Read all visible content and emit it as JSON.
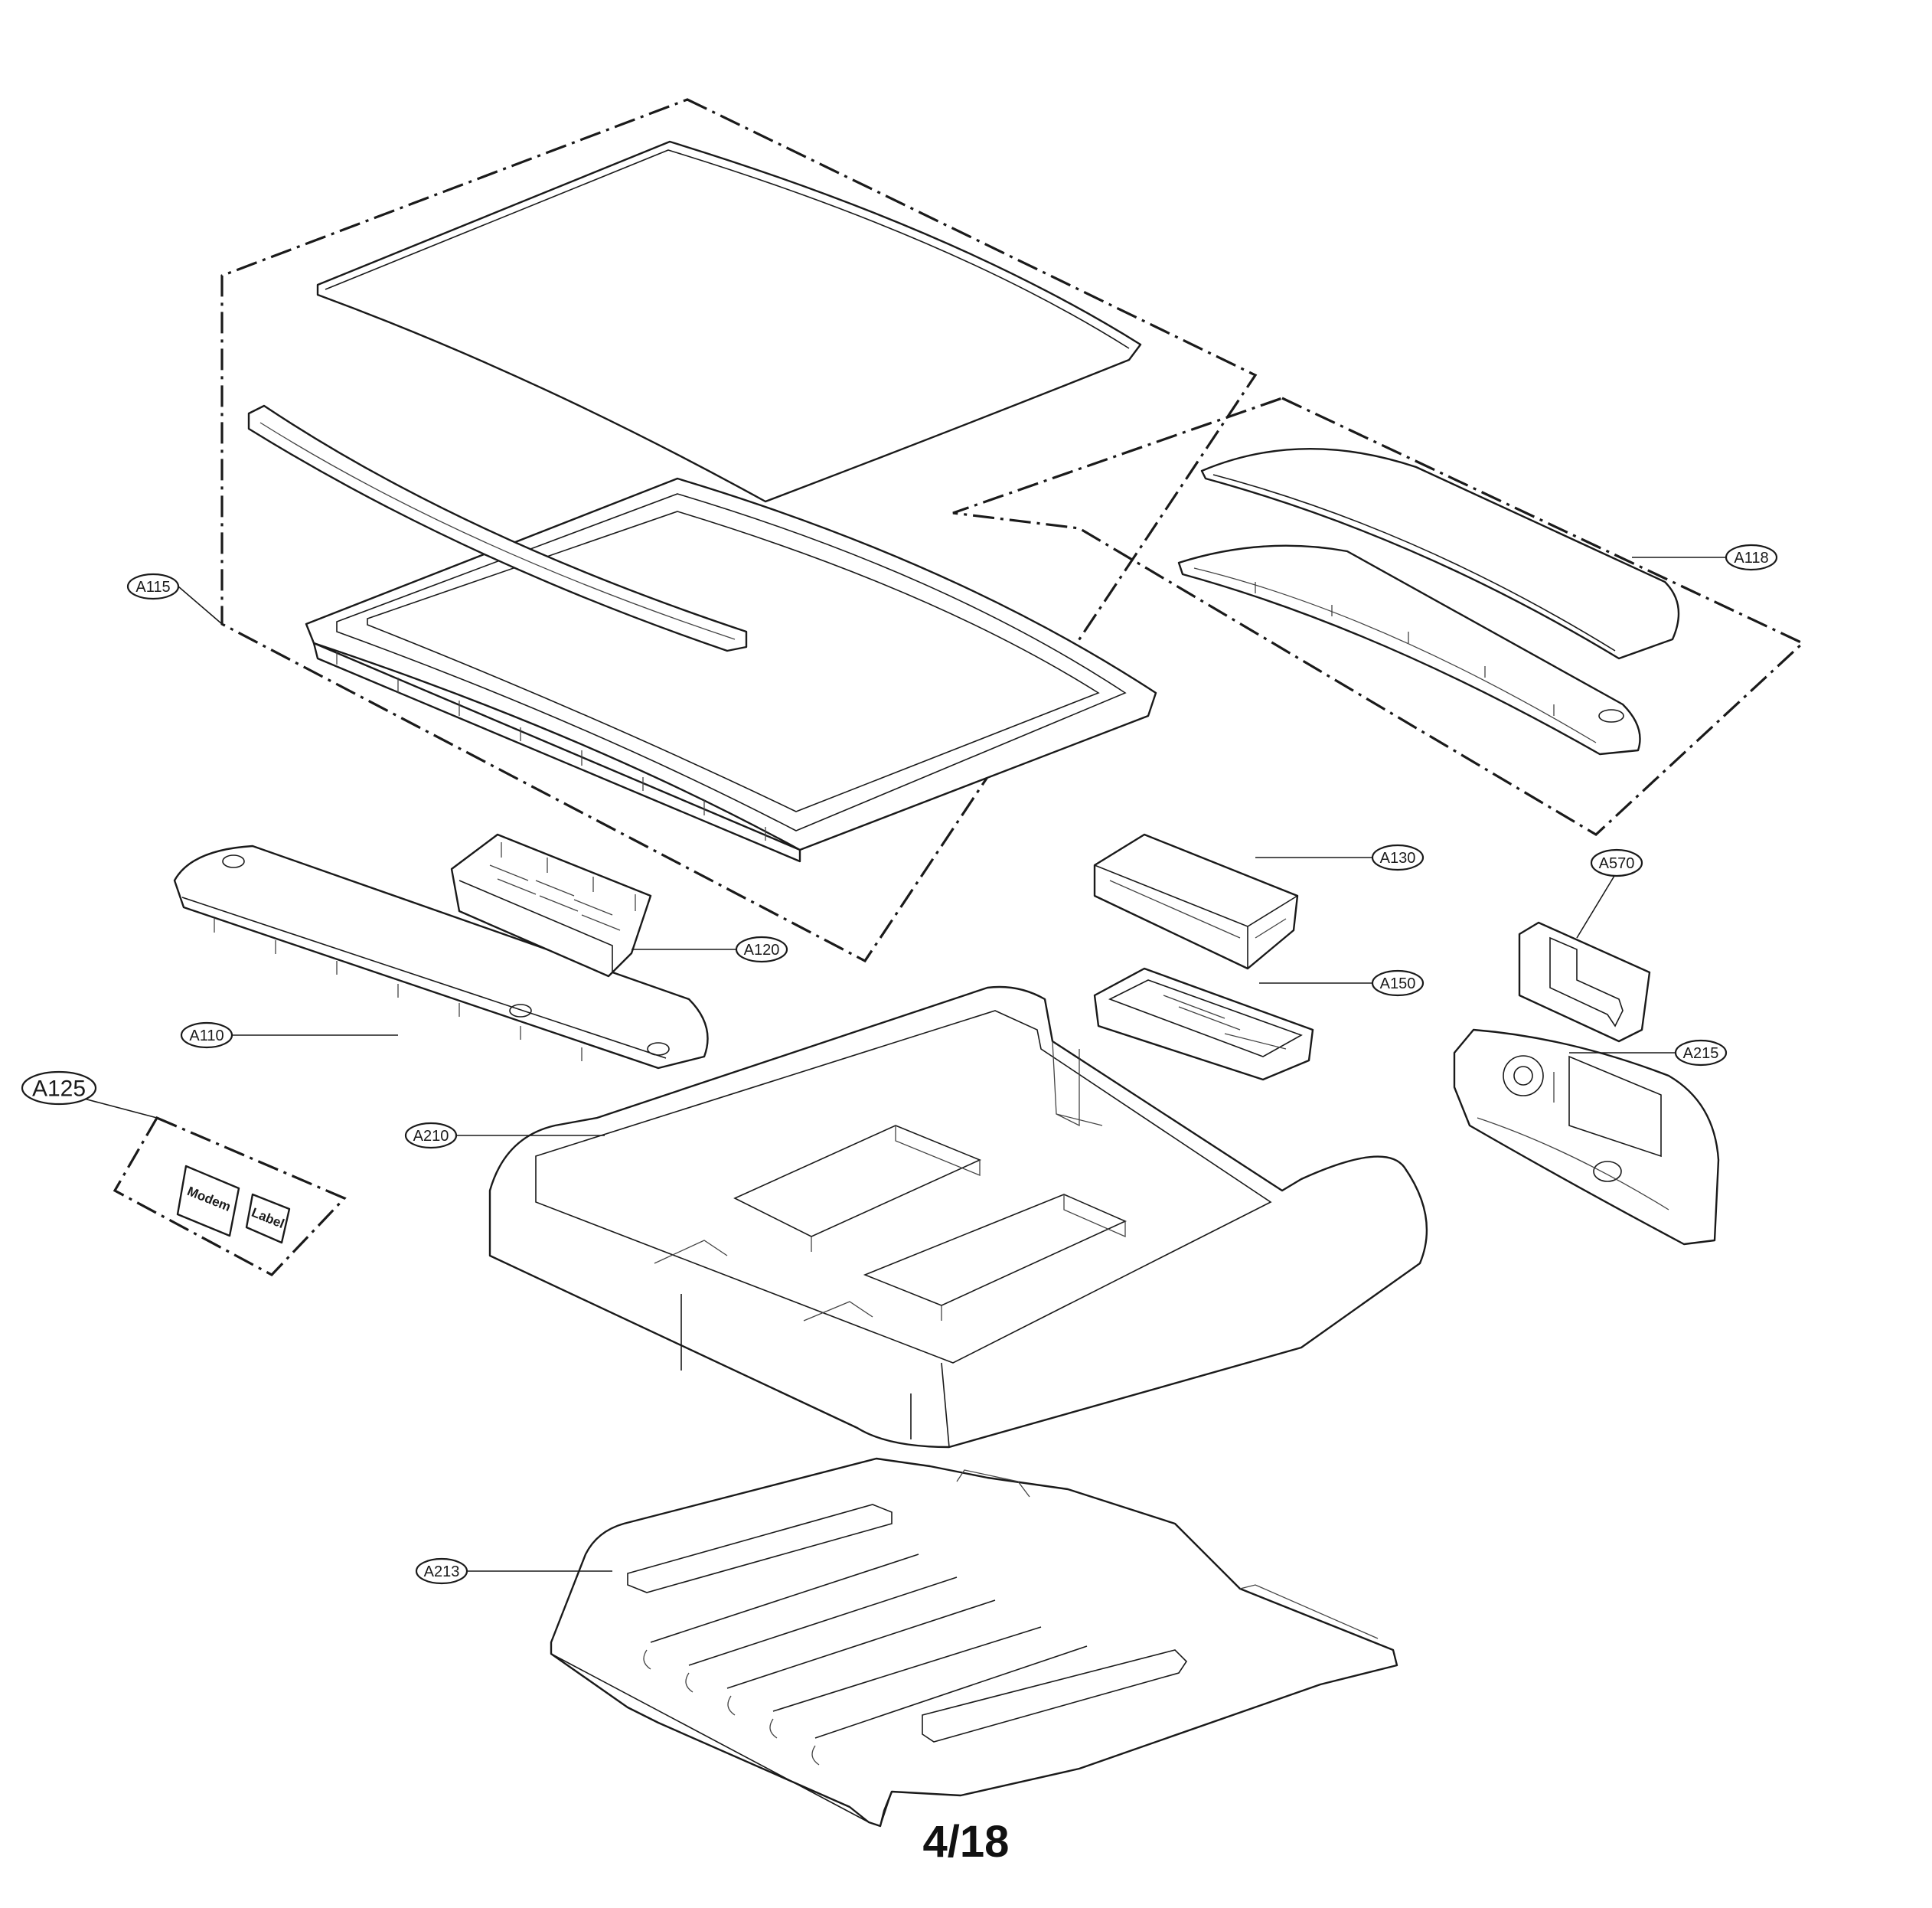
{
  "page_number": "4/18",
  "callouts": {
    "a115": "A115",
    "a118": "A118",
    "a130": "A130",
    "a570": "A570",
    "a120": "A120",
    "a150": "A150",
    "a110": "A110",
    "a215": "A215",
    "a125": "A125",
    "a210": "A210",
    "a213": "A213"
  },
  "stickers": {
    "modem": "Modem",
    "label": "Label"
  }
}
